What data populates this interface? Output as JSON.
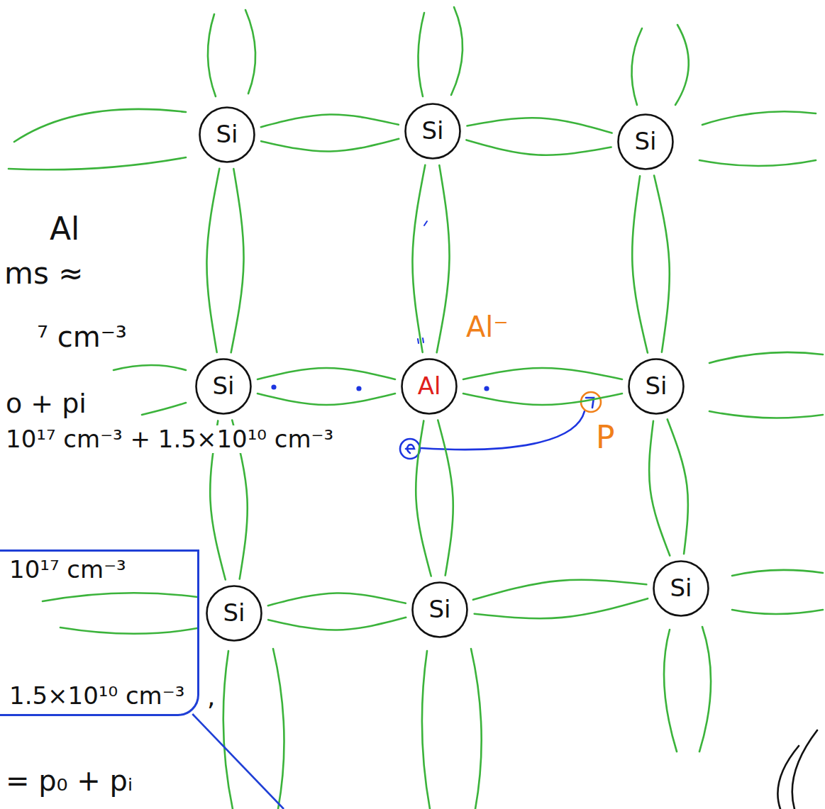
{
  "diagram": {
    "nodes": [
      {
        "text": [
          "Si"
        ]
      },
      {
        "text": [
          "Si"
        ]
      },
      {
        "text": [
          "Si"
        ]
      },
      {
        "text": [
          "Si"
        ]
      },
      {
        "text": [
          "Al"
        ]
      },
      {
        "text": [
          "Si"
        ]
      },
      {
        "text": [
          "10¹⁷ cm⁻³",
          "1.5×10¹⁰ cm⁻³"
        ]
      },
      {
        "text": [
          "Si"
        ]
      },
      {
        "text": [
          "Si"
        ]
      },
      {
        "text": [
          "Si"
        ]
      }
    ],
    "edges": [
      {
        "from": 0,
        "to": 1,
        "arrow": "none"
      },
      {
        "from": 1,
        "to": 2,
        "arrow": "none"
      },
      {
        "from": 0,
        "to": 3,
        "arrow": "none"
      },
      {
        "from": 1,
        "to": 4,
        "arrow": "none"
      },
      {
        "from": 2,
        "to": 5,
        "arrow": "none"
      },
      {
        "from": 3,
        "to": 4,
        "arrow": "none"
      },
      {
        "from": 4,
        "to": 5,
        "arrow": "none"
      },
      {
        "from": 3,
        "to": 7,
        "arrow": "none"
      },
      {
        "from": 4,
        "to": 8,
        "arrow": "none"
      },
      {
        "from": 5,
        "to": 9,
        "arrow": "none"
      },
      {
        "from": 7,
        "to": 8,
        "arrow": "none"
      },
      {
        "from": 8,
        "to": 9,
        "arrow": "none"
      }
    ],
    "labels": [
      "Al",
      "ms ≈",
      "⁷ cm⁻³",
      "Al⁻",
      "o + pi",
      "10¹⁷ cm⁻³ + 1.5×10¹⁰ cm⁻³",
      "P",
      ",",
      "= p₀ + pᵢ"
    ]
  }
}
